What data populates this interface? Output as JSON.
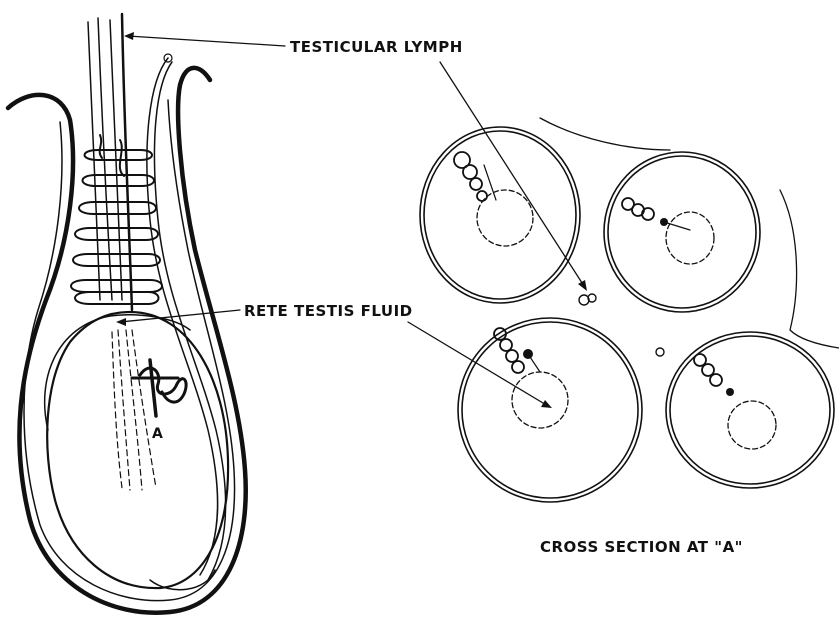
{
  "labels": {
    "testicular_lymph": "TESTICULAR LYMPH",
    "rete_testis_fluid": "RETE TESTIS FLUID",
    "marker_a": "A",
    "cross_section": "CROSS SECTION AT \"A\""
  },
  "colors": {
    "ink": "#111111",
    "background": "#ffffff"
  }
}
